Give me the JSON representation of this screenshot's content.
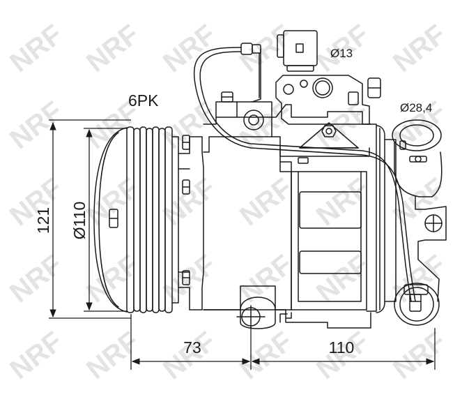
{
  "diagram": {
    "watermark": "NRF",
    "labels": {
      "belt": "6PK",
      "port_small": "Ø13",
      "port_large": "Ø28,4",
      "height": "121",
      "pulley_diameter": "Ø110",
      "pulley_depth": "73",
      "body_length": "110"
    },
    "colors": {
      "line": "#1a1a1a",
      "watermark": "#e3e3e3",
      "background": "#ffffff"
    }
  }
}
